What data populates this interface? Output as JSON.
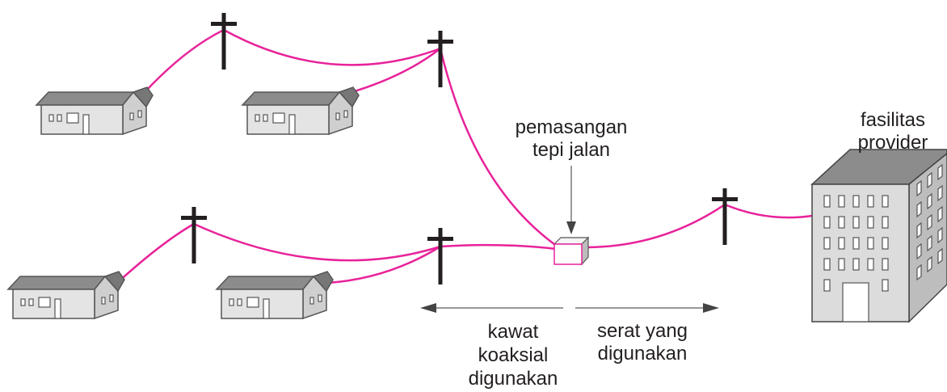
{
  "labels": {
    "provider": [
      "fasilitas",
      "provider"
    ],
    "cabinet": [
      "pemasangan",
      "tepi jalan"
    ],
    "coax": [
      "kawat",
      "koaksial",
      "digunakan"
    ],
    "fiber": [
      "serat yang",
      "digunakan"
    ]
  },
  "colors": {
    "cable": "#e8229a",
    "pole": "#231f20",
    "house_wall": "#e3e3e3",
    "house_roof": "#8a8a8a",
    "building": "#dcdcdc",
    "arrow": "#555555"
  },
  "icons": {
    "house": "house-icon",
    "pole": "utility-pole-icon",
    "building": "office-building-icon",
    "cabinet": "curbside-cabinet-icon"
  }
}
